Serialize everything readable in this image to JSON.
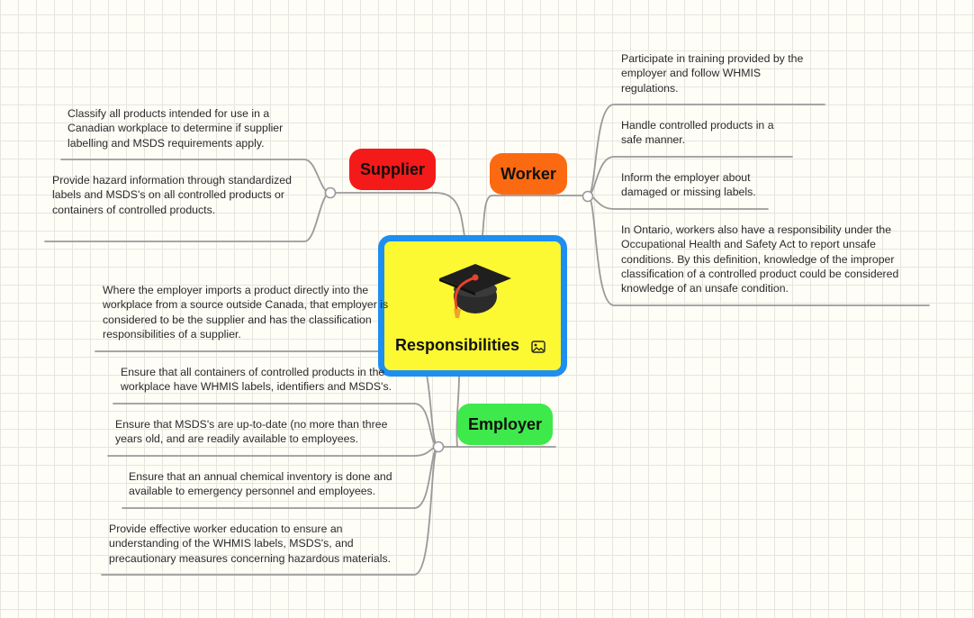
{
  "central": {
    "title": "Responsibilities",
    "icon": "graduation-cap-icon",
    "attachment_icon": "image-icon"
  },
  "branches": {
    "supplier": {
      "label": "Supplier",
      "color": "#f41a1a"
    },
    "worker": {
      "label": "Worker",
      "color": "#fb6a10"
    },
    "employer": {
      "label": "Employer",
      "color": "#3ee94b"
    }
  },
  "supplier_items": [
    "Classify all products intended for use in a Canadian workplace to determine if supplier labelling and MSDS requirements apply.",
    "Provide hazard information through standardized labels and MSDS's on all controlled products or containers of controlled products."
  ],
  "worker_items": [
    "Participate in training provided by the employer and follow WHMIS regulations.",
    "Handle controlled products in a safe manner.",
    "Inform the employer about damaged or missing labels.",
    "In Ontario, workers also have a responsibility under the Occupational Health and Safety Act to report unsafe conditions. By this definition, knowledge of the improper classification of a controlled product could be considered knowledge of an unsafe condition."
  ],
  "employer_items": [
    "Where the employer imports a product directly into the workplace from a source outside Canada, that employer is considered to be the supplier and has the classification responsibilities of a supplier.",
    "Ensure that all containers of controlled products in the workplace have WHMIS labels, identifiers and MSDS's.",
    "Ensure that MSDS's are up-to-date (no more than three years old, and are readily available to employees.",
    "Ensure that an annual chemical inventory is done and available to emergency personnel and employees.",
    "Provide effective worker education to ensure an understanding of the WHMIS labels, MSDS's, and precautionary measures concerning hazardous materials."
  ]
}
